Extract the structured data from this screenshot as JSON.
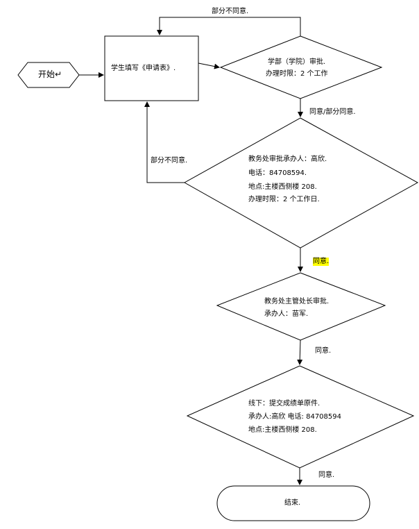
{
  "nodes": {
    "start": "开始↵",
    "fill_form": "学生填写《申请表》.",
    "dept_approve_1": "学部（学院）审批.",
    "dept_approve_2": "办理时限：2 个工作",
    "office_1": "教务处审批承办人：高欣.",
    "office_2": "电话：84708594.",
    "office_3": "地点:主楼西侧楼 208.",
    "office_4": "办理时限：2 个工作日.",
    "director_1": "教务处主管处长审批.",
    "director_2": "承办人：苗军.",
    "offline_1": "线下：提交成绩单原件.",
    "offline_2": "承办人:高欣    电话: 84708594",
    "offline_3": "地点:主楼西侧楼 208.",
    "end": "结束."
  },
  "edges": {
    "top_disagree": "部分不同意.",
    "agree_partial": "同意/部分同意.",
    "left_disagree": "部分不同意.",
    "agree1": "同意.",
    "agree2": "同意.",
    "agree3": "同意."
  }
}
